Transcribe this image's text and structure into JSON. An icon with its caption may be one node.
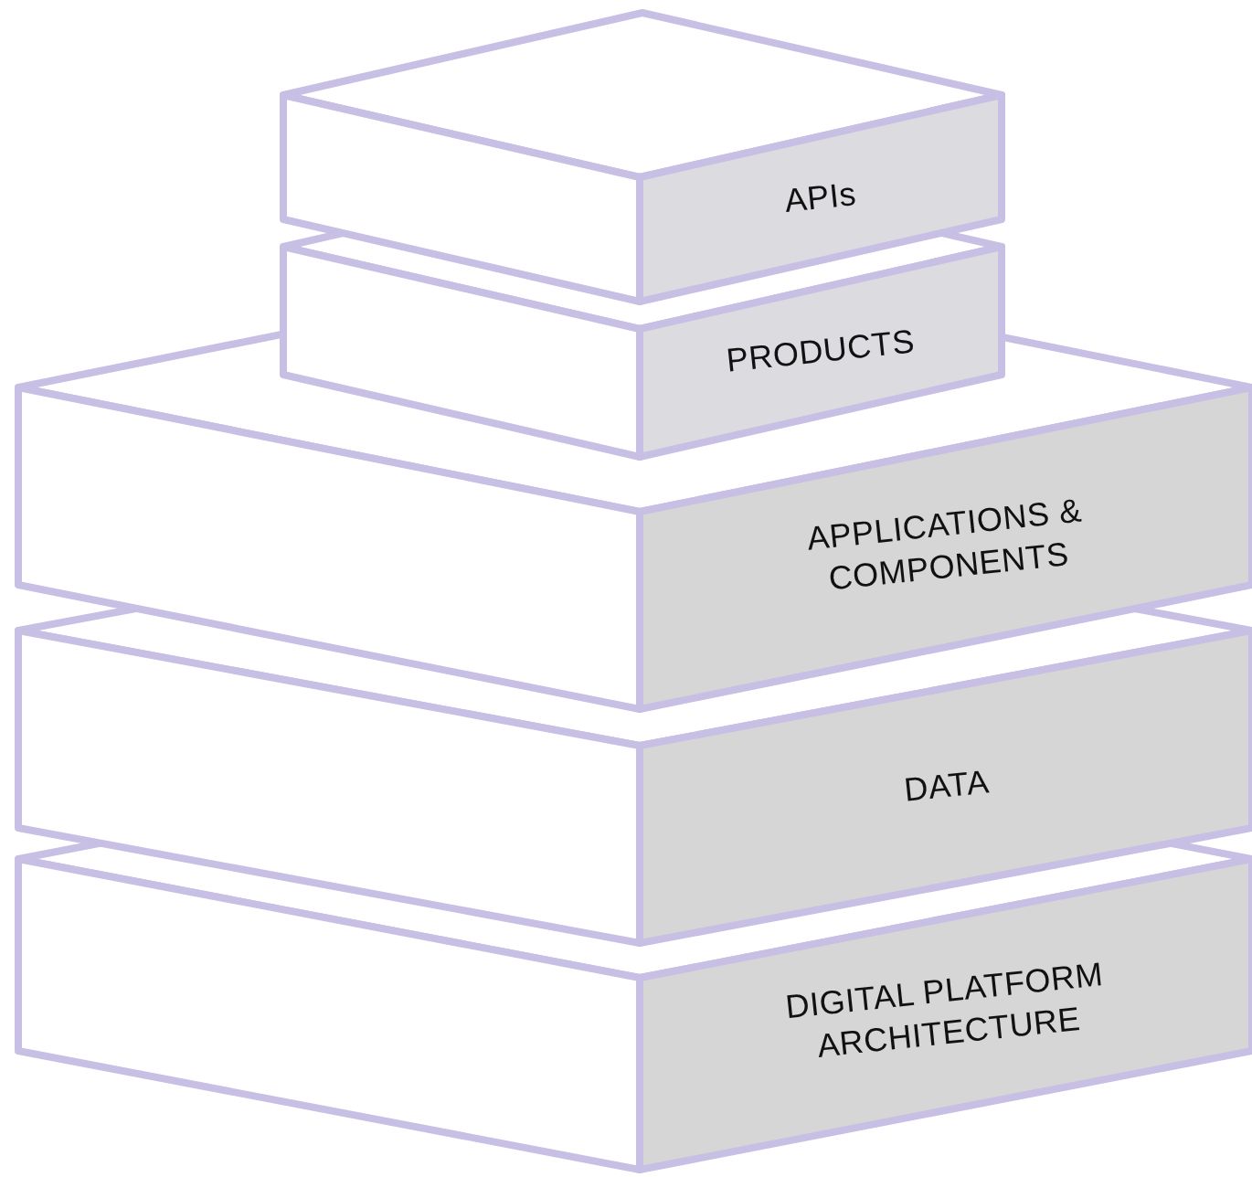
{
  "diagram": {
    "nodes": [
      {
        "text": [
          "APIs"
        ]
      },
      {
        "text": [
          "PRODUCTS"
        ]
      },
      {
        "text": [
          "APPLICATIONS & COMPONENTS"
        ]
      },
      {
        "text": [
          "DATA"
        ]
      },
      {
        "text": [
          "DIGITAL PLATFORM ARCHITECTURE"
        ]
      }
    ]
  }
}
